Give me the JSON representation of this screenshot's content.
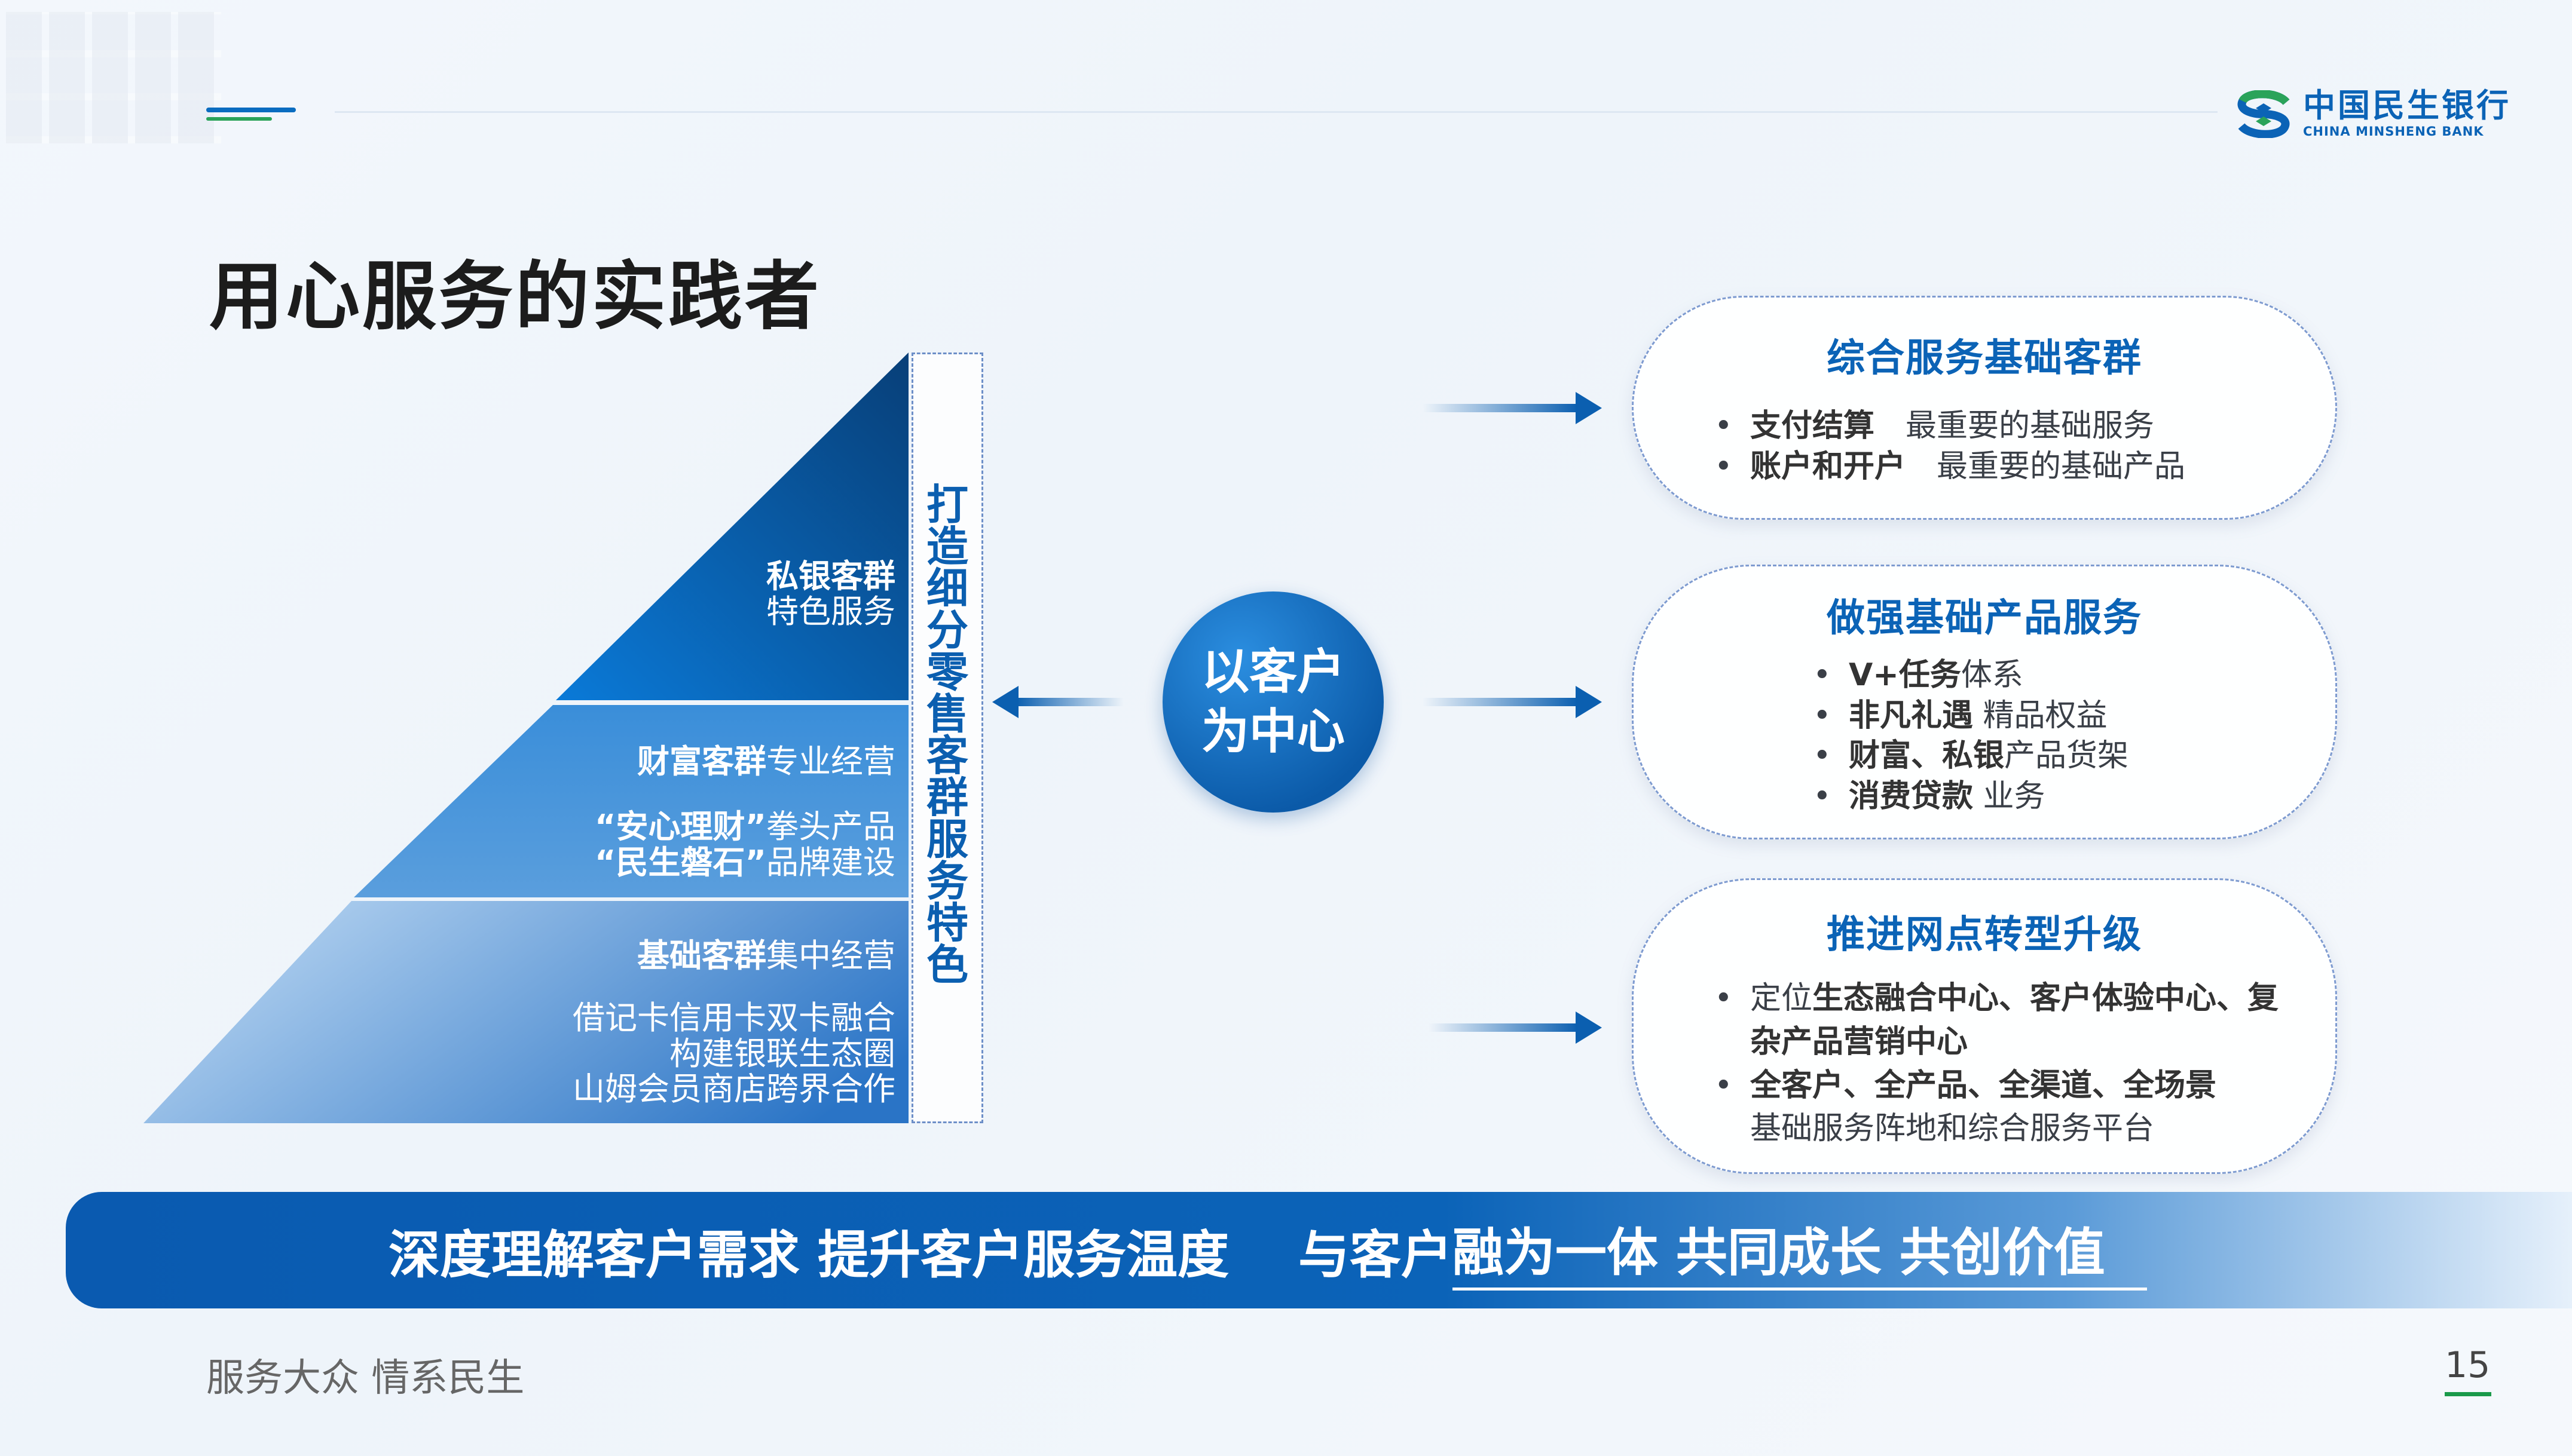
{
  "header": {
    "logo_cn": "中国民生银行",
    "logo_en": "CHINA MINSHENG BANK",
    "title": "用心服务的实践者"
  },
  "pyramid": {
    "top": {
      "bold": "私银客群",
      "normal": "特色服务"
    },
    "middle": {
      "line1_bold": "财富客群",
      "line1_normal": "专业经营",
      "line2_bold": "“安心理财”",
      "line2_normal": "拳头产品",
      "line3_bold": "“民生磐石”",
      "line3_normal": "品牌建设"
    },
    "bottom": {
      "line1_bold": "基础客群",
      "line1_normal": "集中经营",
      "line2": "借记卡信用卡双卡融合",
      "line3": "构建银联生态圈",
      "line4": "山姆会员商店跨界合作"
    },
    "side_label": "打造细分零售客群服务特色"
  },
  "center": {
    "line1": "以客户",
    "line2": "为中心"
  },
  "bubbles": [
    {
      "title": "综合服务基础客群",
      "items": [
        {
          "bold": "支付结算",
          "normal": "　最重要的基础服务"
        },
        {
          "bold": "账户和开户",
          "normal": "　最重要的基础产品"
        }
      ]
    },
    {
      "title": "做强基础产品服务",
      "items": [
        {
          "bold": "V+任务",
          "normal": "体系"
        },
        {
          "bold": "非凡礼遇",
          "normal": " 精品权益"
        },
        {
          "bold": "财富、私银",
          "normal": "产品货架"
        },
        {
          "bold": "消费贷款",
          "normal": " 业务"
        }
      ]
    },
    {
      "title": "推进网点转型升级",
      "items": [
        {
          "normal_pre": "定位",
          "bold": "生态融合中心、客户体验中心、复杂产品营销中心",
          "normal": ""
        },
        {
          "normal_pre": "",
          "bold": "全客户、全产品、全渠道、全场景",
          "normal": "基础服务阵地和综合服务平台"
        }
      ]
    }
  ],
  "banner": {
    "part1": "深度理解客户需求 提升客户服务温度　 与客户",
    "part2": "融为一体 共同成长 共创价值"
  },
  "footer": {
    "slogan": "服务大众 情系民生",
    "page_number": "15"
  },
  "colors": {
    "brand_blue": "#0b63b6",
    "brand_green": "#2aa35a"
  }
}
